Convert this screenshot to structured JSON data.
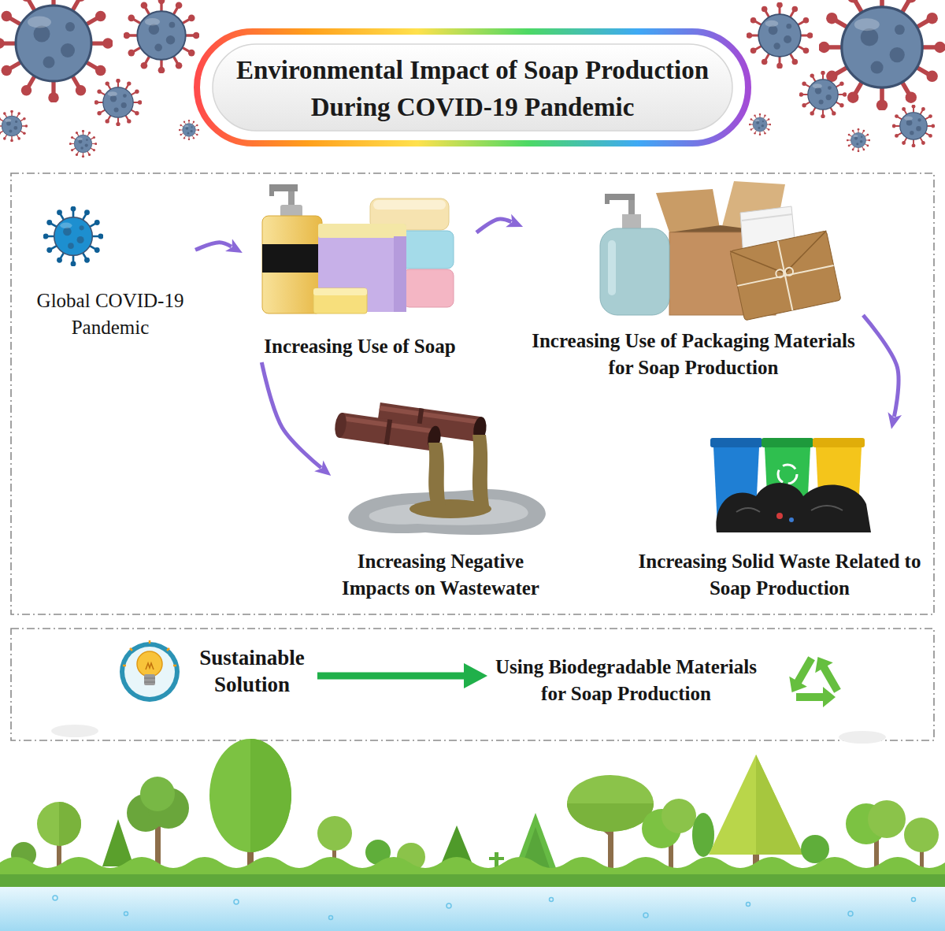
{
  "diagram": {
    "title": "Environmental Impact of Soap Production During COVID-19 Pandemic",
    "nodes": [
      {
        "text": [
          "Global COVID-19 Pandemic"
        ]
      },
      {
        "text": [
          "Increasing Use of Soap"
        ]
      },
      {
        "text": [
          "Increasing Use of Packaging Materials for Soap Production"
        ]
      },
      {
        "text": [
          "Increasing Negative Impacts on Wastewater"
        ]
      },
      {
        "text": [
          "Increasing Solid Waste Related to Soap Production"
        ]
      },
      {
        "text": [
          "Sustainable Solution"
        ]
      },
      {
        "text": [
          "Using Biodegradable Materials for Soap Production"
        ]
      }
    ],
    "edges": [
      {
        "from": 0,
        "to": 1,
        "arrow": "to"
      },
      {
        "from": 1,
        "to": 2,
        "arrow": "to"
      },
      {
        "from": 1,
        "to": 3,
        "arrow": "to"
      },
      {
        "from": 2,
        "to": 4,
        "arrow": "to"
      },
      {
        "from": 5,
        "to": 6,
        "arrow": "to"
      }
    ]
  }
}
